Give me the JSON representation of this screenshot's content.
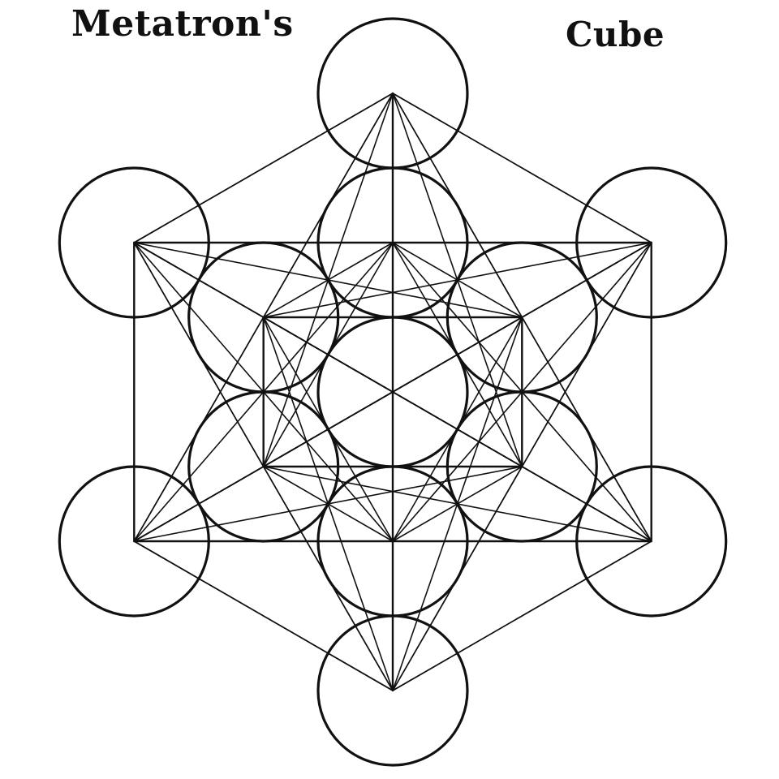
{
  "title": {
    "left": "Metatron's",
    "right": "Cube"
  },
  "colors": {
    "ink": "#111111",
    "background": "#ffffff"
  },
  "figure": {
    "circle_count": 13,
    "symbol": "metatrons-cube"
  }
}
